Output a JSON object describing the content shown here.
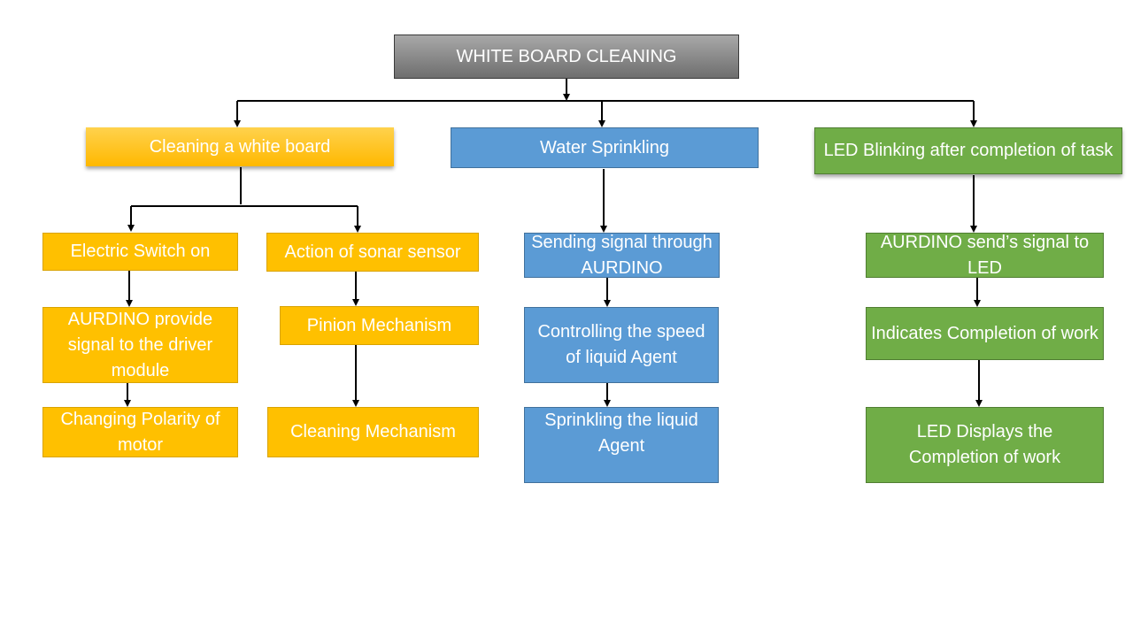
{
  "title": "WHITE BOARD CLEANING",
  "branches": {
    "cleaning": {
      "label": "Cleaning a white board",
      "left": [
        "Electric Switch on",
        "AURDINO provide signal to the driver module",
        "Changing Polarity of motor"
      ],
      "right": [
        "Action of sonar sensor",
        "Pinion Mechanism",
        "Cleaning Mechanism"
      ]
    },
    "water": {
      "label": "Water Sprinkling",
      "steps": [
        "Sending signal through AURDINO",
        "Controlling the speed of liquid Agent",
        "Sprinkling the liquid Agent"
      ]
    },
    "led": {
      "label": "LED Blinking after completion of task",
      "steps": [
        "AURDINO send’s signal to LED",
        "Indicates Completion of work",
        "LED Displays the Completion of work"
      ]
    }
  },
  "colors": {
    "root": "#808080",
    "cleaning": "#ffc000",
    "water": "#5b9bd5",
    "led": "#70ad47",
    "connector": "#000000"
  }
}
